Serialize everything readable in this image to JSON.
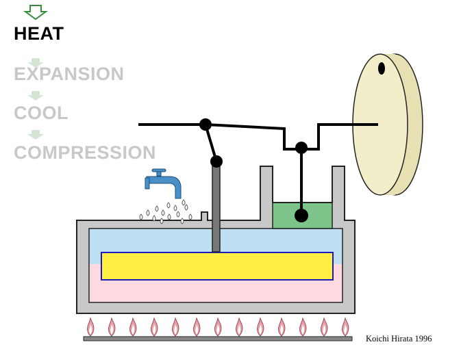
{
  "stages": [
    {
      "label": "HEAT",
      "active": true
    },
    {
      "label": "EXPANSION",
      "active": false
    },
    {
      "label": "COOL",
      "active": false
    },
    {
      "label": "COMPRESSION",
      "active": false
    }
  ],
  "credit": "Koichi Hirata 1996",
  "colors": {
    "active_text": "#000000",
    "inactive_text": "#c8c8c8",
    "active_arrow_outline": "#3a8a3a",
    "inactive_arrow": "#d6e4d6",
    "cylinder_wall": "#c8c8c8",
    "outline": "#222222",
    "gas_hot": "#fdd9e0",
    "gas_cold": "#bfdff2",
    "displacer": "#ffee44",
    "displacer_border": "#1a1abf",
    "power_piston_chamber": "#7dc48a",
    "flywheel_face": "#f2eec9",
    "flywheel_rim": "#e6e0b2",
    "burner_base": "#888888",
    "flame": "#e8a0a8",
    "flame_core": "#ffffff",
    "faucet": "#4a90c8",
    "rod": "#777777",
    "linkage": "#000000"
  },
  "icons": [
    "down-arrow-icon",
    "faucet-icon",
    "water-drop-icon",
    "flame-icon"
  ]
}
